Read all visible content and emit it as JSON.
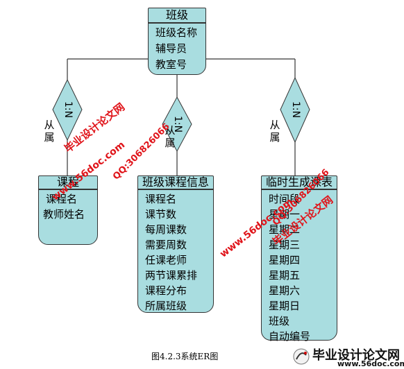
{
  "entities": {
    "class": {
      "title": "班级",
      "attributes": [
        "班级名称",
        "辅导员",
        "教室号"
      ]
    },
    "course": {
      "title": "课程",
      "attributes": [
        "课程名",
        "教师姓名"
      ]
    },
    "class_course_info": {
      "title": "班级课程信息",
      "attributes": [
        "课程名",
        "课节数",
        "每周课数",
        "需要周数",
        "任课老师",
        "两节课累排",
        "课程分布",
        "所属班级"
      ]
    },
    "temp_schedule": {
      "title": "临时生成课表",
      "attributes": [
        "时间段",
        "星期一",
        "星期二",
        "星期三",
        "星期四",
        "星期五",
        "星期六",
        "星期日",
        "班级",
        "自动编号"
      ]
    }
  },
  "relationships": {
    "left": {
      "cardinality": "1:N",
      "label_a": "从",
      "label_b": "属"
    },
    "middle": {
      "cardinality": "1:N",
      "label_a": "从",
      "label_b": "属"
    },
    "right": {
      "cardinality": "1:N",
      "label_a": "从",
      "label_b": "属"
    }
  },
  "watermarks": {
    "site_cn": "毕业设计论文网",
    "site_url": "www.56doc.com",
    "qq": "QQ:306826066"
  },
  "caption": "图4.2.3系统ER图",
  "logo": {
    "text": "毕业设计论文网",
    "url": "www.56doc.com"
  },
  "colors": {
    "entity_fill": "#a9dde0",
    "watermark": "#e0141a"
  }
}
